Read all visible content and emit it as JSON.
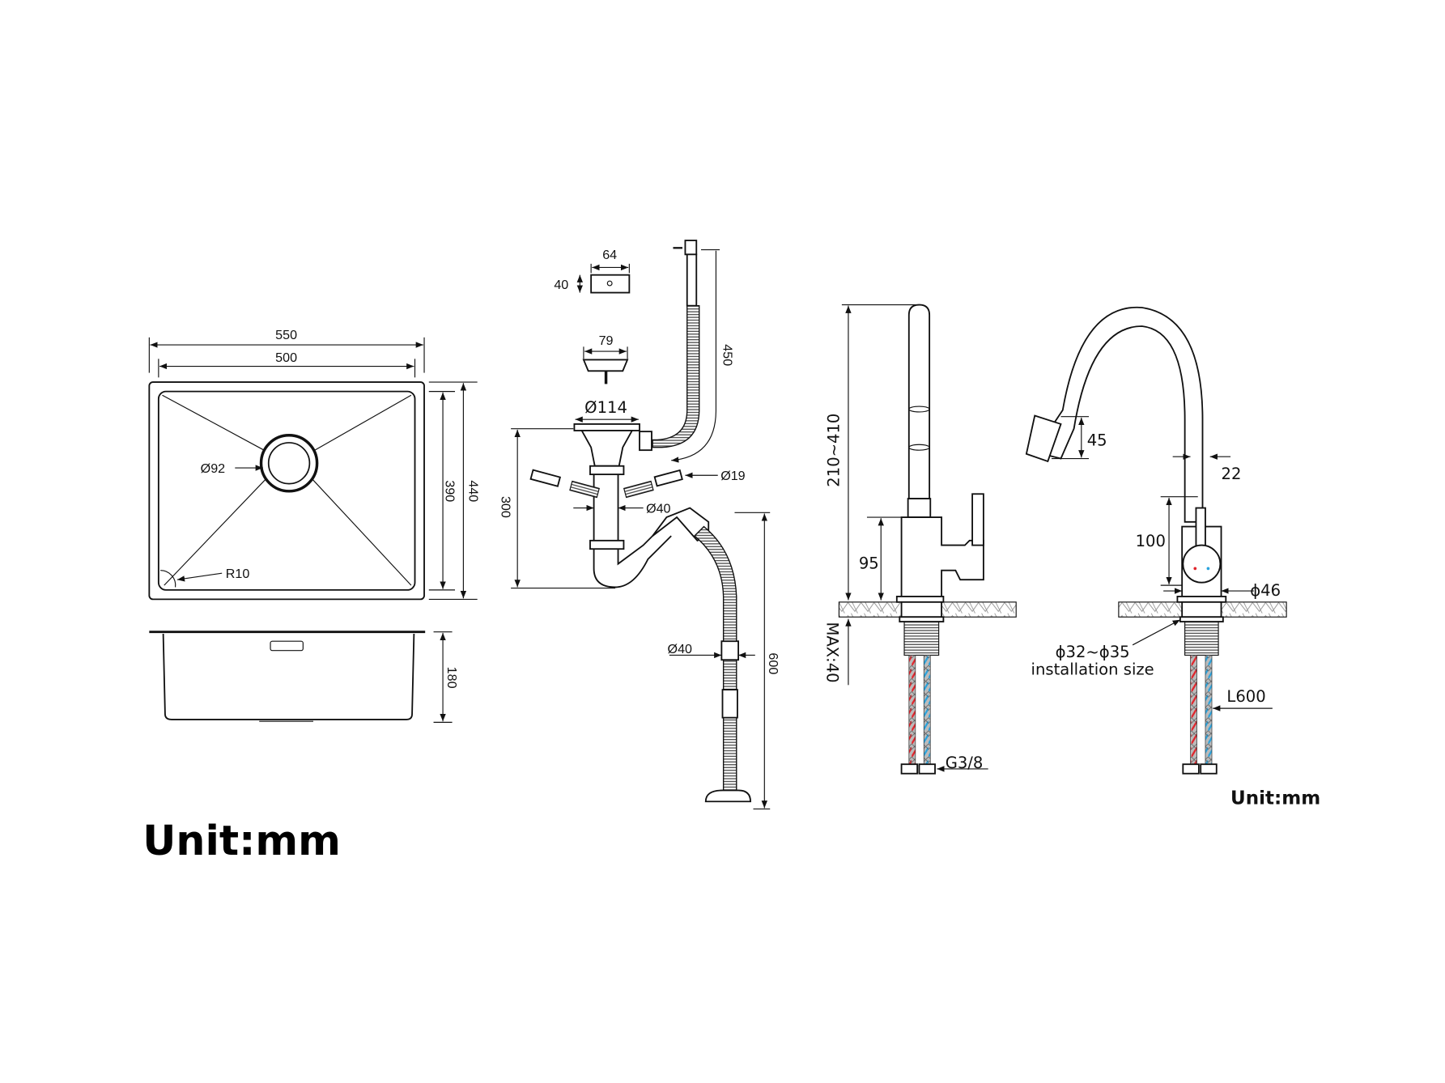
{
  "sink": {
    "width_outer": "550",
    "width_inner": "500",
    "depth_inner": "390",
    "depth_outer": "440",
    "drain_diameter": "Ø92",
    "corner_radius": "R10",
    "bowl_height": "180",
    "unit": "Unit:mm"
  },
  "drain_kit": {
    "basket_width": "64",
    "basket_height": "40",
    "strainer_width": "79",
    "flange_diameter": "Ø114",
    "overflow_length": "450",
    "trap_height": "300",
    "overflow_diameter": "Ø19",
    "pipe_diameter": "Ø40",
    "hose_diameter": "Ø40",
    "hose_length": "600"
  },
  "faucet_side": {
    "height_range": "210~410",
    "body_height": "95",
    "max_thickness": "MAX:40",
    "thread": "G3/8"
  },
  "faucet_front": {
    "spray_head": "45",
    "spout_diameter": "22",
    "body_height": "100",
    "base_diameter": "ϕ46",
    "install_diameter": "ϕ32~ϕ35",
    "install_label": "installation size",
    "hose_length": "L600",
    "unit": "Unit:mm"
  },
  "colors": {
    "hot": "#e0242b",
    "cold": "#2aa3dd"
  }
}
